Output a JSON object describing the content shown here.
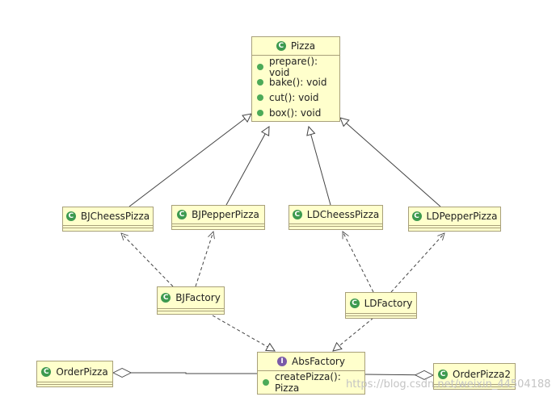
{
  "classes": {
    "pizza": {
      "name": "Pizza",
      "operations": [
        "prepare(): void",
        "bake(): void",
        "cut(): void",
        "box(): void"
      ]
    },
    "bj_cheess": {
      "name": "BJCheessPizza"
    },
    "bj_pepper": {
      "name": "BJPepperPizza"
    },
    "ld_cheess": {
      "name": "LDCheessPizza"
    },
    "ld_pepper": {
      "name": "LDPepperPizza"
    },
    "bj_factory": {
      "name": "BJFactory"
    },
    "ld_factory": {
      "name": "LDFactory"
    },
    "abs_factory": {
      "name": "AbsFactory",
      "operations": [
        "createPizza(): Pizza"
      ]
    },
    "order_pizza": {
      "name": "OrderPizza"
    },
    "order_pizza2": {
      "name": "OrderPizza2"
    }
  },
  "badges": {
    "class": "C",
    "interface": "I"
  },
  "watermark": "https://blog.csdn.net/weixin_44504188",
  "colors": {
    "class_fill": "#ffffcc",
    "class_border": "#a8a07a",
    "class_badge": "#3d9a4f",
    "interface_badge": "#7a5aa8",
    "line": "#444444"
  }
}
